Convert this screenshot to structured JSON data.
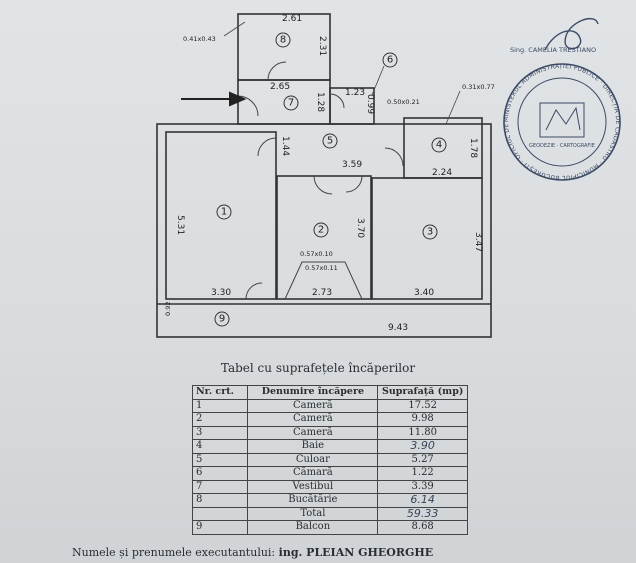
{
  "plan": {
    "dimensions": {
      "balcony_len": "9.43",
      "r1_height": "5.31",
      "r1_width": "3.30",
      "r2_width": "2.73",
      "r2_height": "3.70",
      "r3_width": "3.40",
      "r3_height": "3.47",
      "hall_width": "3.59",
      "hall_depth": "1.44",
      "r4_width": "2.24",
      "r4_depth": "1.78",
      "vest_width": "2.65",
      "vest_depth": "1.28",
      "pantry_width": "1.23",
      "pantry_depth": "0.99",
      "kitchen_width": "2.61",
      "kitchen_depth": "2.31",
      "balcony_depth": "0.92",
      "note_kitchen": "0.41x0.43",
      "note_pantry": "0.50x0.21",
      "note_bath": "0.31x0.77",
      "note_r2_a": "0.57x0.10",
      "note_r2_b": "0.57x0.11"
    },
    "room_numbers": [
      "1",
      "2",
      "3",
      "4",
      "5",
      "6",
      "7",
      "8",
      "9"
    ]
  },
  "stamp": {
    "signature": "Sing. CAMELIA TRESTIANO",
    "ring_text": "MINISTERUL ADMINISTRAȚIEI PUBLICE · DIRECȚIA DE CADASTRU · MUNICIPIUL BUCUREȘTI · OFICIUL DE CADASTRU · ONCGC",
    "seal_text": "GEODEZIE · CARTOGRAFIE"
  },
  "table": {
    "title": "Tabel cu suprafețele încăperilor",
    "headers": [
      "Nr. crt.",
      "Denumire încăpere",
      "Suprafață (mp)"
    ],
    "rows": [
      [
        "1",
        "Cameră",
        "17.52"
      ],
      [
        "2",
        "Cameră",
        "9.98"
      ],
      [
        "3",
        "Cameră",
        "11.80"
      ],
      [
        "4",
        "Baie",
        "3.90"
      ],
      [
        "5",
        "Culoar",
        "5.27"
      ],
      [
        "6",
        "Cămară",
        "1.22"
      ],
      [
        "7",
        "Vestibul",
        "3.39"
      ],
      [
        "8",
        "Bucătărie",
        "6.14"
      ]
    ],
    "total_label": "Total",
    "total_value": "59.33",
    "balcony_nr": "9",
    "balcony_label": "Balcon",
    "balcony_value": "8.68"
  },
  "footer": {
    "prefix": "Numele și prenumele executantului:",
    "name": "ing. PLEIAN GHEORGHE"
  }
}
